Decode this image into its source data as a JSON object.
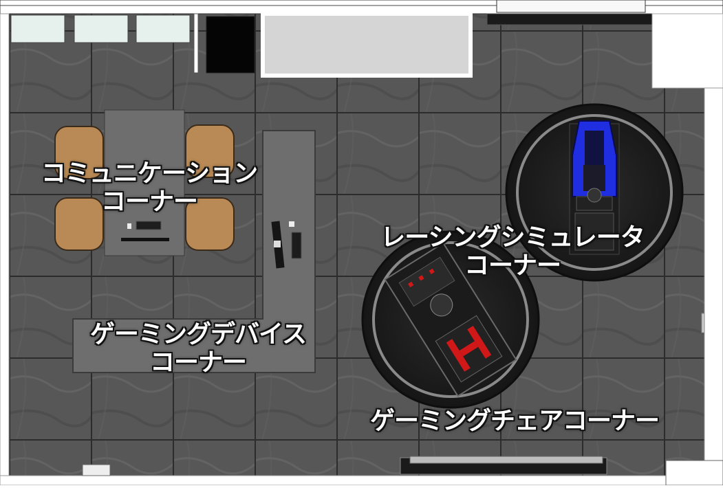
{
  "floor_plan": {
    "zones": [
      {
        "id": "communication",
        "lines": [
          "コミュニケーション",
          "コーナー"
        ]
      },
      {
        "id": "racing",
        "lines": [
          "レーシングシミュレータ",
          "コーナー"
        ]
      },
      {
        "id": "device",
        "lines": [
          "ゲーミングデバイス",
          "コーナー"
        ]
      },
      {
        "id": "chair",
        "lines": [
          "ゲーミングチェアコーナー"
        ]
      }
    ],
    "colors": {
      "floor": "#555555",
      "grout": "#2c2c2c",
      "table": "#6e6e6e",
      "chair_fabric": "#b98a55",
      "racing_seat": "#1e2ee0",
      "rug": "#1a1a1a",
      "rug_ring": "#8a8a8a",
      "seat_accent": "#d01818"
    }
  }
}
